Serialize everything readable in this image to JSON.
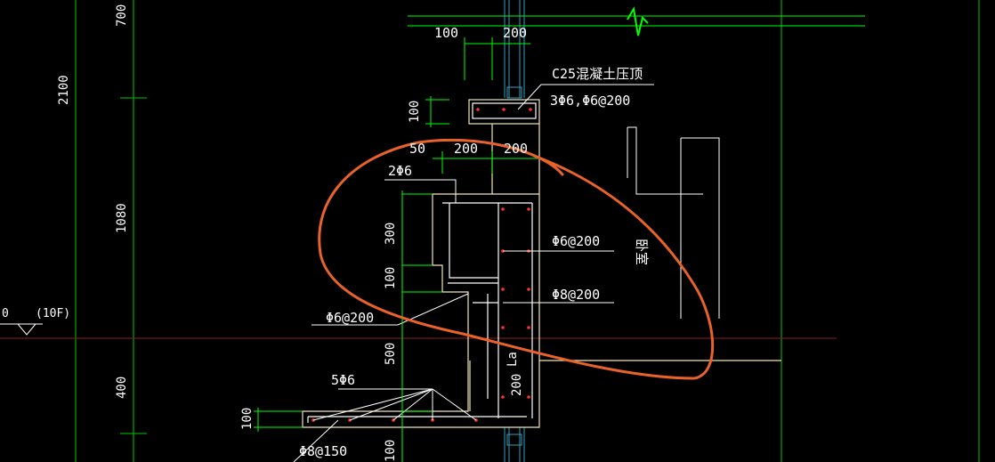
{
  "colors": {
    "background": "#000000",
    "axis_green": "#00c800",
    "dim_green": "#00ff00",
    "concrete_outline": "#f0e6b4",
    "rebar_white": "#ffffff",
    "rebar_point_red": "#ff3030",
    "floor_line_red": "#8b2020",
    "markup_orange": "#e8622a",
    "column_cyan": "#30a0c0",
    "window_blue": "#40c8ff"
  },
  "dimensions": {
    "top_100": "100",
    "top_200": "200",
    "left_700": "700",
    "left_2100": "2100",
    "left_1080": "1080",
    "left_400": "400",
    "coping_100": "100",
    "d50": "50",
    "d200a": "200",
    "d200b": "200",
    "d300": "300",
    "d100": "100",
    "d500": "500",
    "d100b": "100",
    "d100c": "100",
    "d200c": "200",
    "lo": "La"
  },
  "annotations": {
    "coping_spec": "C25混凝土压顶",
    "coping_rebar": "3Φ6,Φ6@200",
    "bar_2phi6": "2Φ6",
    "stirrup_upper": "Φ6@200",
    "stirrup_lower": "Φ8@200",
    "stirrup_left": "Φ6@200",
    "bar_5phi6": "5Φ6",
    "base_rebar": "Φ8@150",
    "room_name": "卧室",
    "level_value": "0",
    "floor_label": "(10F)"
  }
}
